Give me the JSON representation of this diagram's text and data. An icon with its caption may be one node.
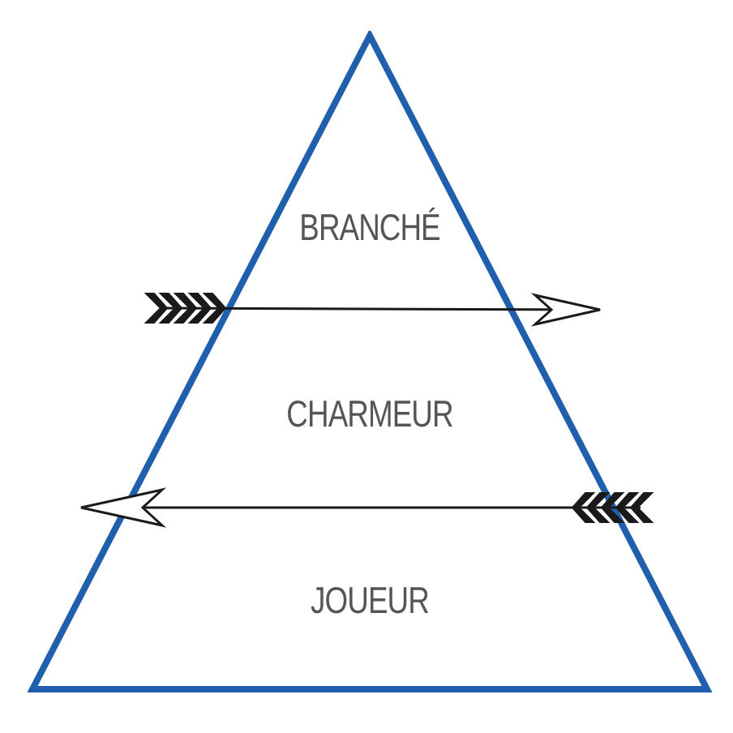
{
  "diagram": {
    "nodes": [
      {
        "text": [
          "BRANCHÉ",
          "CHARMEUR",
          "JOUEUR"
        ]
      }
    ]
  }
}
